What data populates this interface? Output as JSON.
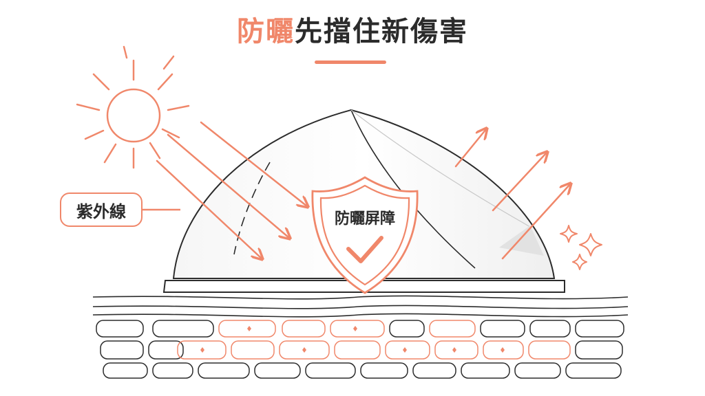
{
  "title": {
    "accent": "防曬",
    "main": "先擋住新傷害"
  },
  "labels": {
    "uv": "紫外線",
    "shield": "防曬屏障"
  },
  "colors": {
    "accent": "#f0876a",
    "ink": "#2b2b2b",
    "dome_fill": "#f4f4f4"
  },
  "icons": [
    "sun-icon",
    "shield-icon",
    "checkmark-icon",
    "sparkle-icon"
  ]
}
